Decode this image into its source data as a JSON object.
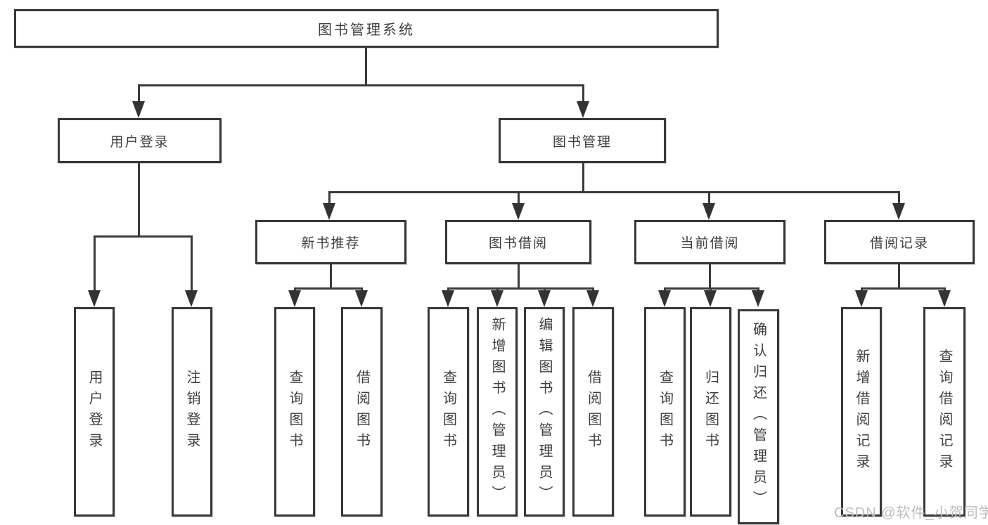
{
  "diagram": {
    "title": "图书管理系统",
    "root": {
      "label": "图书管理系统"
    },
    "level2": {
      "user_login": {
        "label": "用户登录"
      },
      "book_mgmt": {
        "label": "图书管理"
      }
    },
    "level3": {
      "new_books": {
        "label": "新书推荐"
      },
      "borrowing": {
        "label": "图书借阅"
      },
      "current": {
        "label": "当前借阅"
      },
      "records": {
        "label": "借阅记录"
      }
    },
    "leaves": {
      "user_login": [
        "用户登录",
        "注销登录"
      ],
      "new_books": [
        "查询图书",
        "借阅图书"
      ],
      "borrowing": [
        "查询图书",
        "新增图书（管理员）",
        "编辑图书（管理员）",
        "借阅图书"
      ],
      "current": [
        "查询图书",
        "归还图书",
        "确认归还（管理员）"
      ],
      "records": [
        "新增借阅记录",
        "查询借阅记录"
      ]
    }
  },
  "watermark": "CSDN @软件_小贺同学",
  "colors": {
    "line": "#3a3a3a",
    "border": "#383838",
    "text": "#3f3f3f",
    "background": "#ffffff",
    "watermark": "#bdbdbd"
  }
}
